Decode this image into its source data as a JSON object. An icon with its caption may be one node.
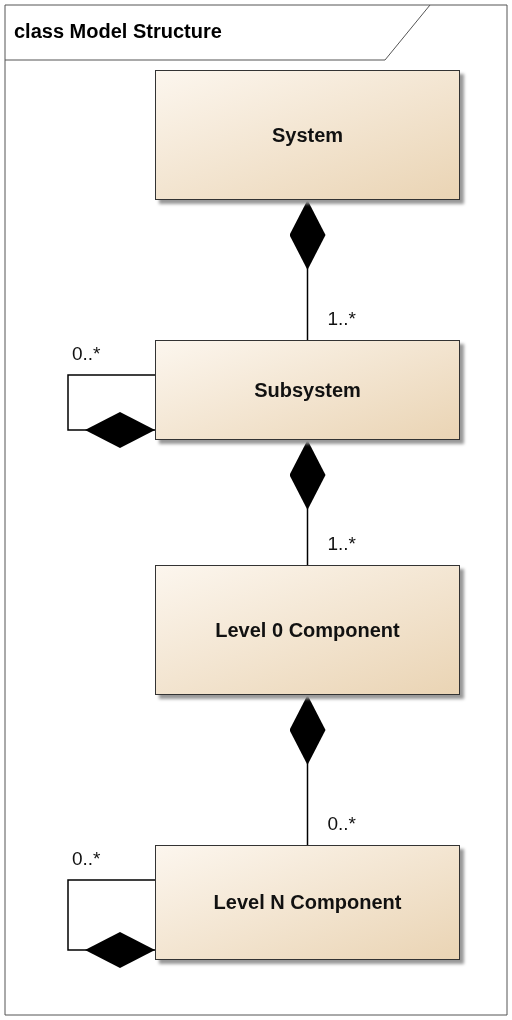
{
  "diagram": {
    "title": "class Model Structure",
    "nodes": [
      {
        "text": [
          "System"
        ]
      },
      {
        "text": [
          "Subsystem"
        ]
      },
      {
        "text": [
          "Level 0 Component"
        ]
      },
      {
        "text": [
          "Level N Component"
        ]
      }
    ],
    "edges": [
      {
        "from": 0,
        "to": 1,
        "arrow": "other",
        "label": "1..*"
      },
      {
        "from": 1,
        "to": 1,
        "arrow": "other",
        "label": "0..*"
      },
      {
        "from": 1,
        "to": 2,
        "arrow": "other",
        "label": "1..*"
      },
      {
        "from": 2,
        "to": 3,
        "arrow": "other",
        "label": "0..*"
      },
      {
        "from": 3,
        "to": 3,
        "arrow": "other",
        "label": "0..*"
      }
    ]
  }
}
